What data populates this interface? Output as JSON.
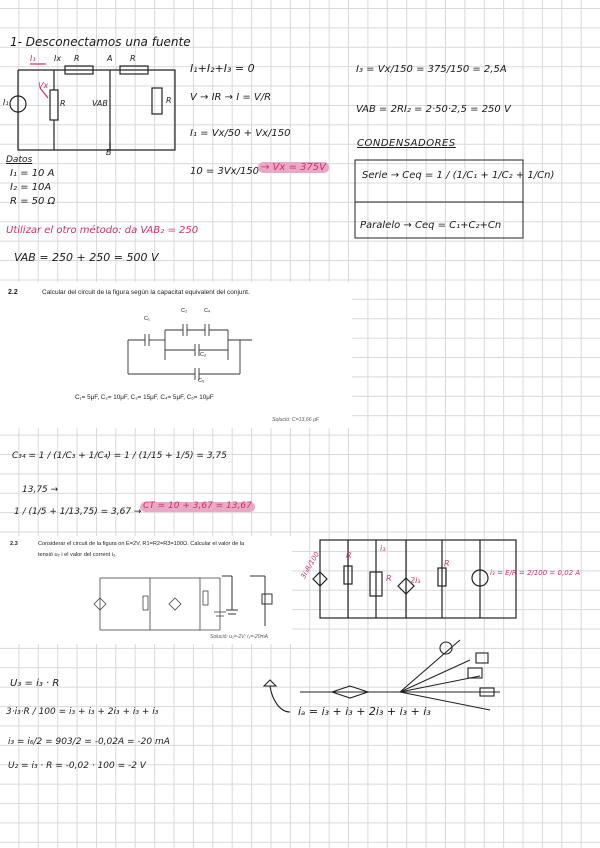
{
  "section1": {
    "title": "1- Desconectamos una fuente",
    "circuit_labels": {
      "i1": "I₁",
      "ix": "Ix",
      "r_top1": "R",
      "a": "A",
      "r_top2": "R",
      "vx": "Vx",
      "r_left": "R",
      "vab": "VAB",
      "r_right": "R",
      "b": "B",
      "source": "I₁"
    },
    "eq1": "I₁+I₂+I₃ = 0",
    "eq2": "V → IR → I = V/R",
    "eq3": "I₁ = Vx/50 + Vx/150",
    "eq4": "10 = 3Vx/150",
    "eq4_result": "→ Vx = 375V",
    "eq5": "I₃ = Vx/150 = 375/150 = 2,5A",
    "eq6": "VAB = 2RI₂ = 2·50·2,5 = 250 V",
    "datos_title": "Datos",
    "datos": [
      "I₁ = 10 A",
      "I₂ = 10A",
      "R = 50 Ω"
    ],
    "method_note": "Utilizar el otro método: da VAB₂ = 250",
    "total": "VAB = 250 + 250 = 500 V"
  },
  "condensadores": {
    "title": "CONDENSADORES",
    "serie": "Serie → Ceq = 1 / (1/C₁ + 1/C₂ + 1/Cn)",
    "paralelo": "Paralelo → Ceq = C₁+C₂+Cn"
  },
  "problem22": {
    "number": "2.2",
    "statement": "Calcular del circuit de la figura según la capacitat equivalent del conjunt.",
    "cap_labels": [
      "C₁",
      "C₂",
      "C₄",
      "C₂",
      "C₅"
    ],
    "values": "C₁= 5μF, C₂= 10μF, C₃= 15μF, C₄= 5μF, C₅= 10μF",
    "solution": "Solució: C=13,66 μF"
  },
  "solution22": {
    "line1": "C₃₄ = 1 / (1/C₃ + 1/C₄) = 1 / (1/15 + 1/5) = 3,75",
    "line2": "13,75 →",
    "line3": "1 / (1/5 + 1/13,75) = 3,67 →",
    "line3_result": "CT = 10 + 3,67 = 13,67"
  },
  "problem23": {
    "number": "2.3",
    "statement1": "Considerar el circuit de la figura on E=2V, R1=R2=R3=100Ω. Calcular el valor de la",
    "statement2": "tensió u₂ i el valor del corrent i₃.",
    "solution": "Solució: u₂=-2V; i₃=-20mA"
  },
  "solution23": {
    "l1": "U₃ = i₃ · R",
    "l2": "3·i₃·R / 100 = i₃ + i₃ + 2i₃ + i₃ + i₃",
    "l3": "i₃ = i₆/2 = 903/2 = -0,02A = -20 mA",
    "l4": "U₂ = i₃ · R = -0,02 · 100 = -2 V",
    "right_circuit_labels": [
      "3i₃R/100",
      "R",
      "i₃",
      "R",
      "2i₃",
      "R",
      "i₃ = E/R = 2/100 = 0,02 A"
    ],
    "branch_eq": "iₐ = i₃ + i₃ + 2i₃ + i₃ + i₃"
  },
  "colors": {
    "pink": "#d42d6b",
    "highlight": "#e8a9c4",
    "grid": "#d9d9d9"
  }
}
